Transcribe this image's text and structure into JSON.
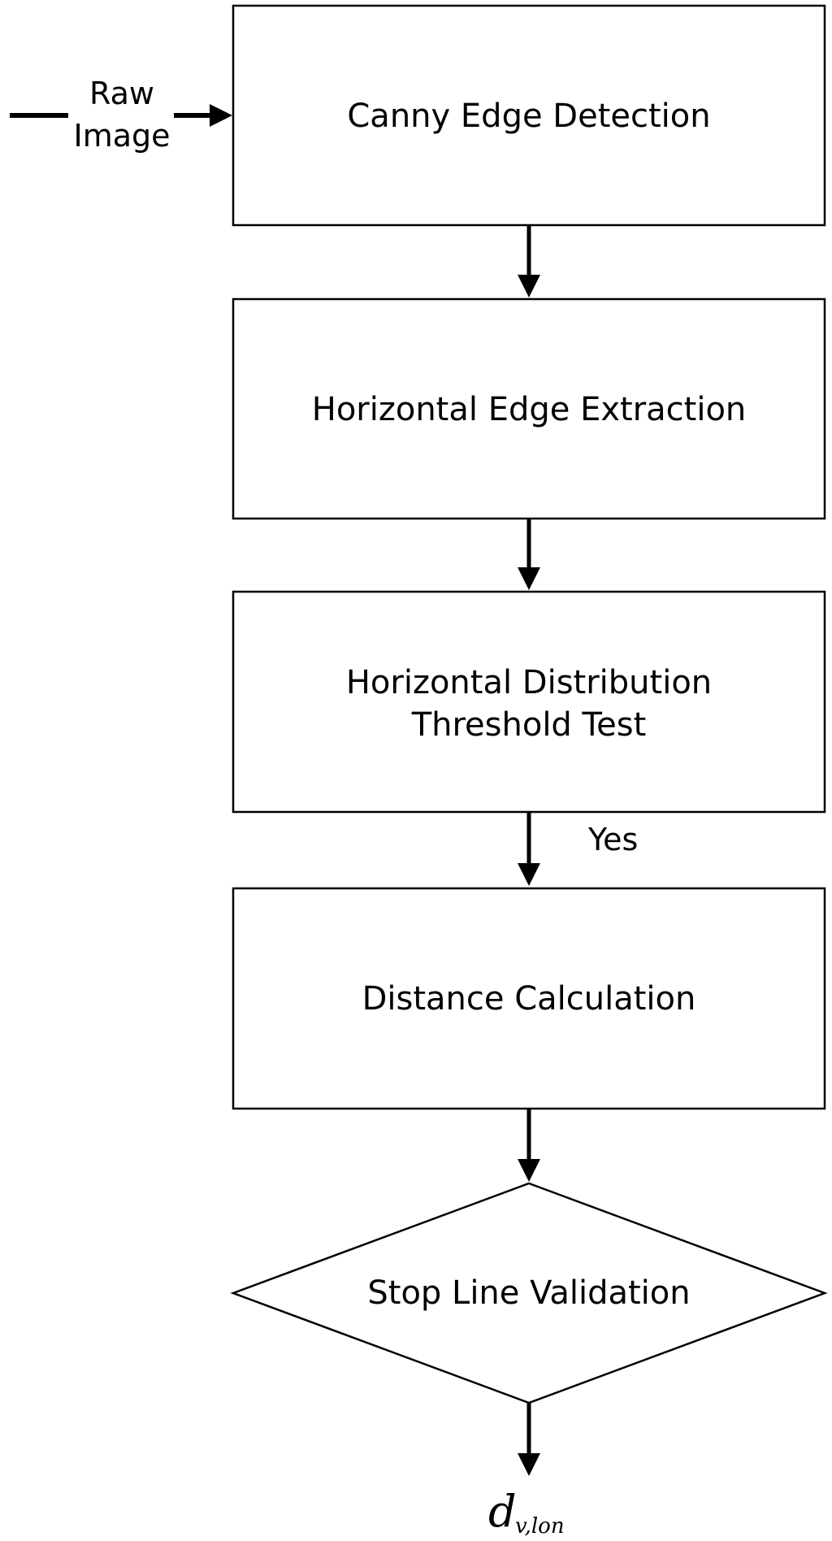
{
  "colors": {
    "background": "#ffffff",
    "stroke": "#000000"
  },
  "input": {
    "line1": "Raw",
    "line2": "Image"
  },
  "nodes": {
    "canny": {
      "label": "Canny Edge Detection"
    },
    "horizontal_edge": {
      "label": "Horizontal Edge Extraction"
    },
    "threshold_test": {
      "line1": "Horizontal Distribution",
      "line2": "Threshold Test"
    },
    "distance": {
      "label": "Distance Calculation"
    },
    "validation": {
      "label": "Stop Line Validation"
    }
  },
  "edges": {
    "yes_label": "Yes"
  },
  "output": {
    "symbol": "d",
    "subscript": "v,lon"
  }
}
